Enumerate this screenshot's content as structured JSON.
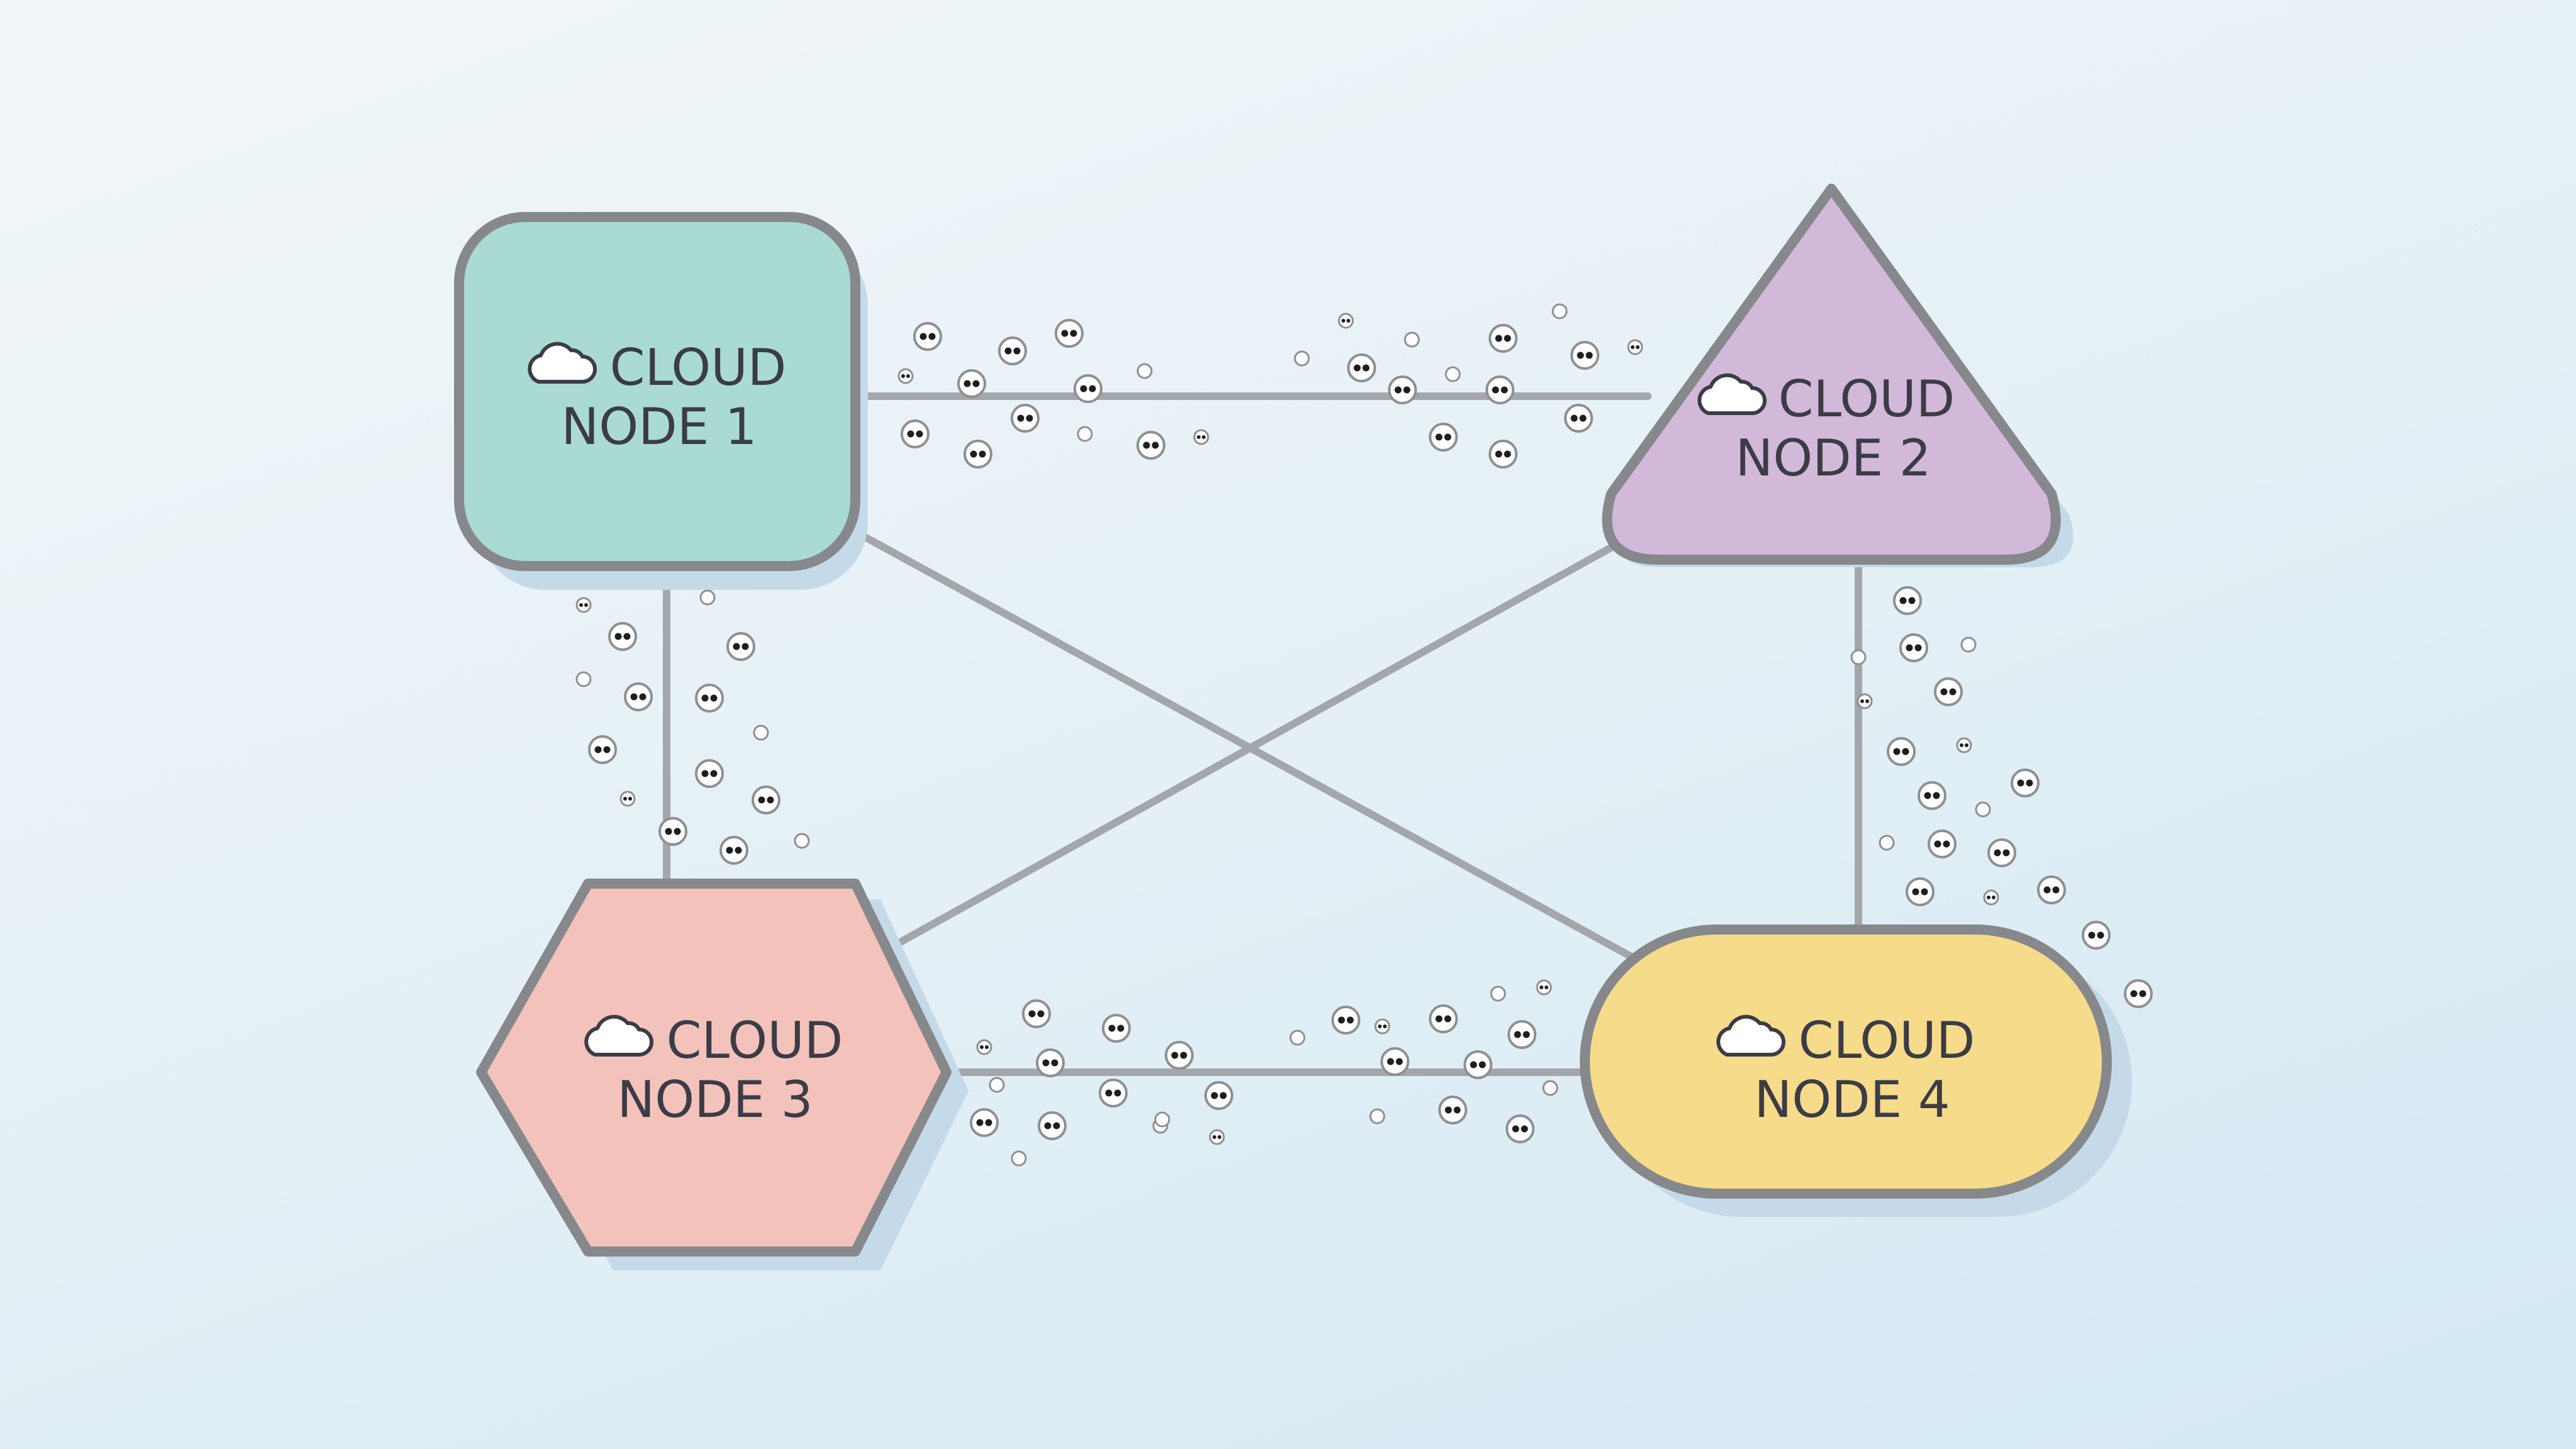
{
  "nodes": [
    {
      "id": "node-1",
      "shape": "rounded-square",
      "label_line1": "CLOUD",
      "label_line2": "NODE 1",
      "icon": "cloud-icon",
      "fill": "#a9dbd2",
      "stroke": "#86888c"
    },
    {
      "id": "node-2",
      "shape": "triangle",
      "label_line1": "CLOUD",
      "label_line2": "NODE 2",
      "icon": "cloud-icon",
      "fill": "#d2b9da",
      "stroke": "#86888c"
    },
    {
      "id": "node-3",
      "shape": "hexagon",
      "label_line1": "CLOUD",
      "label_line2": "NODE 3",
      "icon": "cloud-icon",
      "fill": "#f3c3bb",
      "stroke": "#86888c"
    },
    {
      "id": "node-4",
      "shape": "pill",
      "label_line1": "CLOUD",
      "label_line2": "NODE 4",
      "icon": "cloud-icon",
      "fill": "#f6db8a",
      "stroke": "#86888c"
    }
  ],
  "edges": [
    {
      "from": "node-1",
      "to": "node-2"
    },
    {
      "from": "node-1",
      "to": "node-3"
    },
    {
      "from": "node-1",
      "to": "node-4"
    },
    {
      "from": "node-2",
      "to": "node-3"
    },
    {
      "from": "node-2",
      "to": "node-4"
    },
    {
      "from": "node-3",
      "to": "node-4"
    }
  ],
  "colors": {
    "edge": "#a3a6aa",
    "background_top": "#f1f6f9",
    "background_bottom": "#d3e8f3",
    "shadow": "#c5dae8",
    "particle_fill": "#ffffff",
    "particle_stroke": "#8d8f93",
    "particle_eye": "#1e1e1e"
  }
}
